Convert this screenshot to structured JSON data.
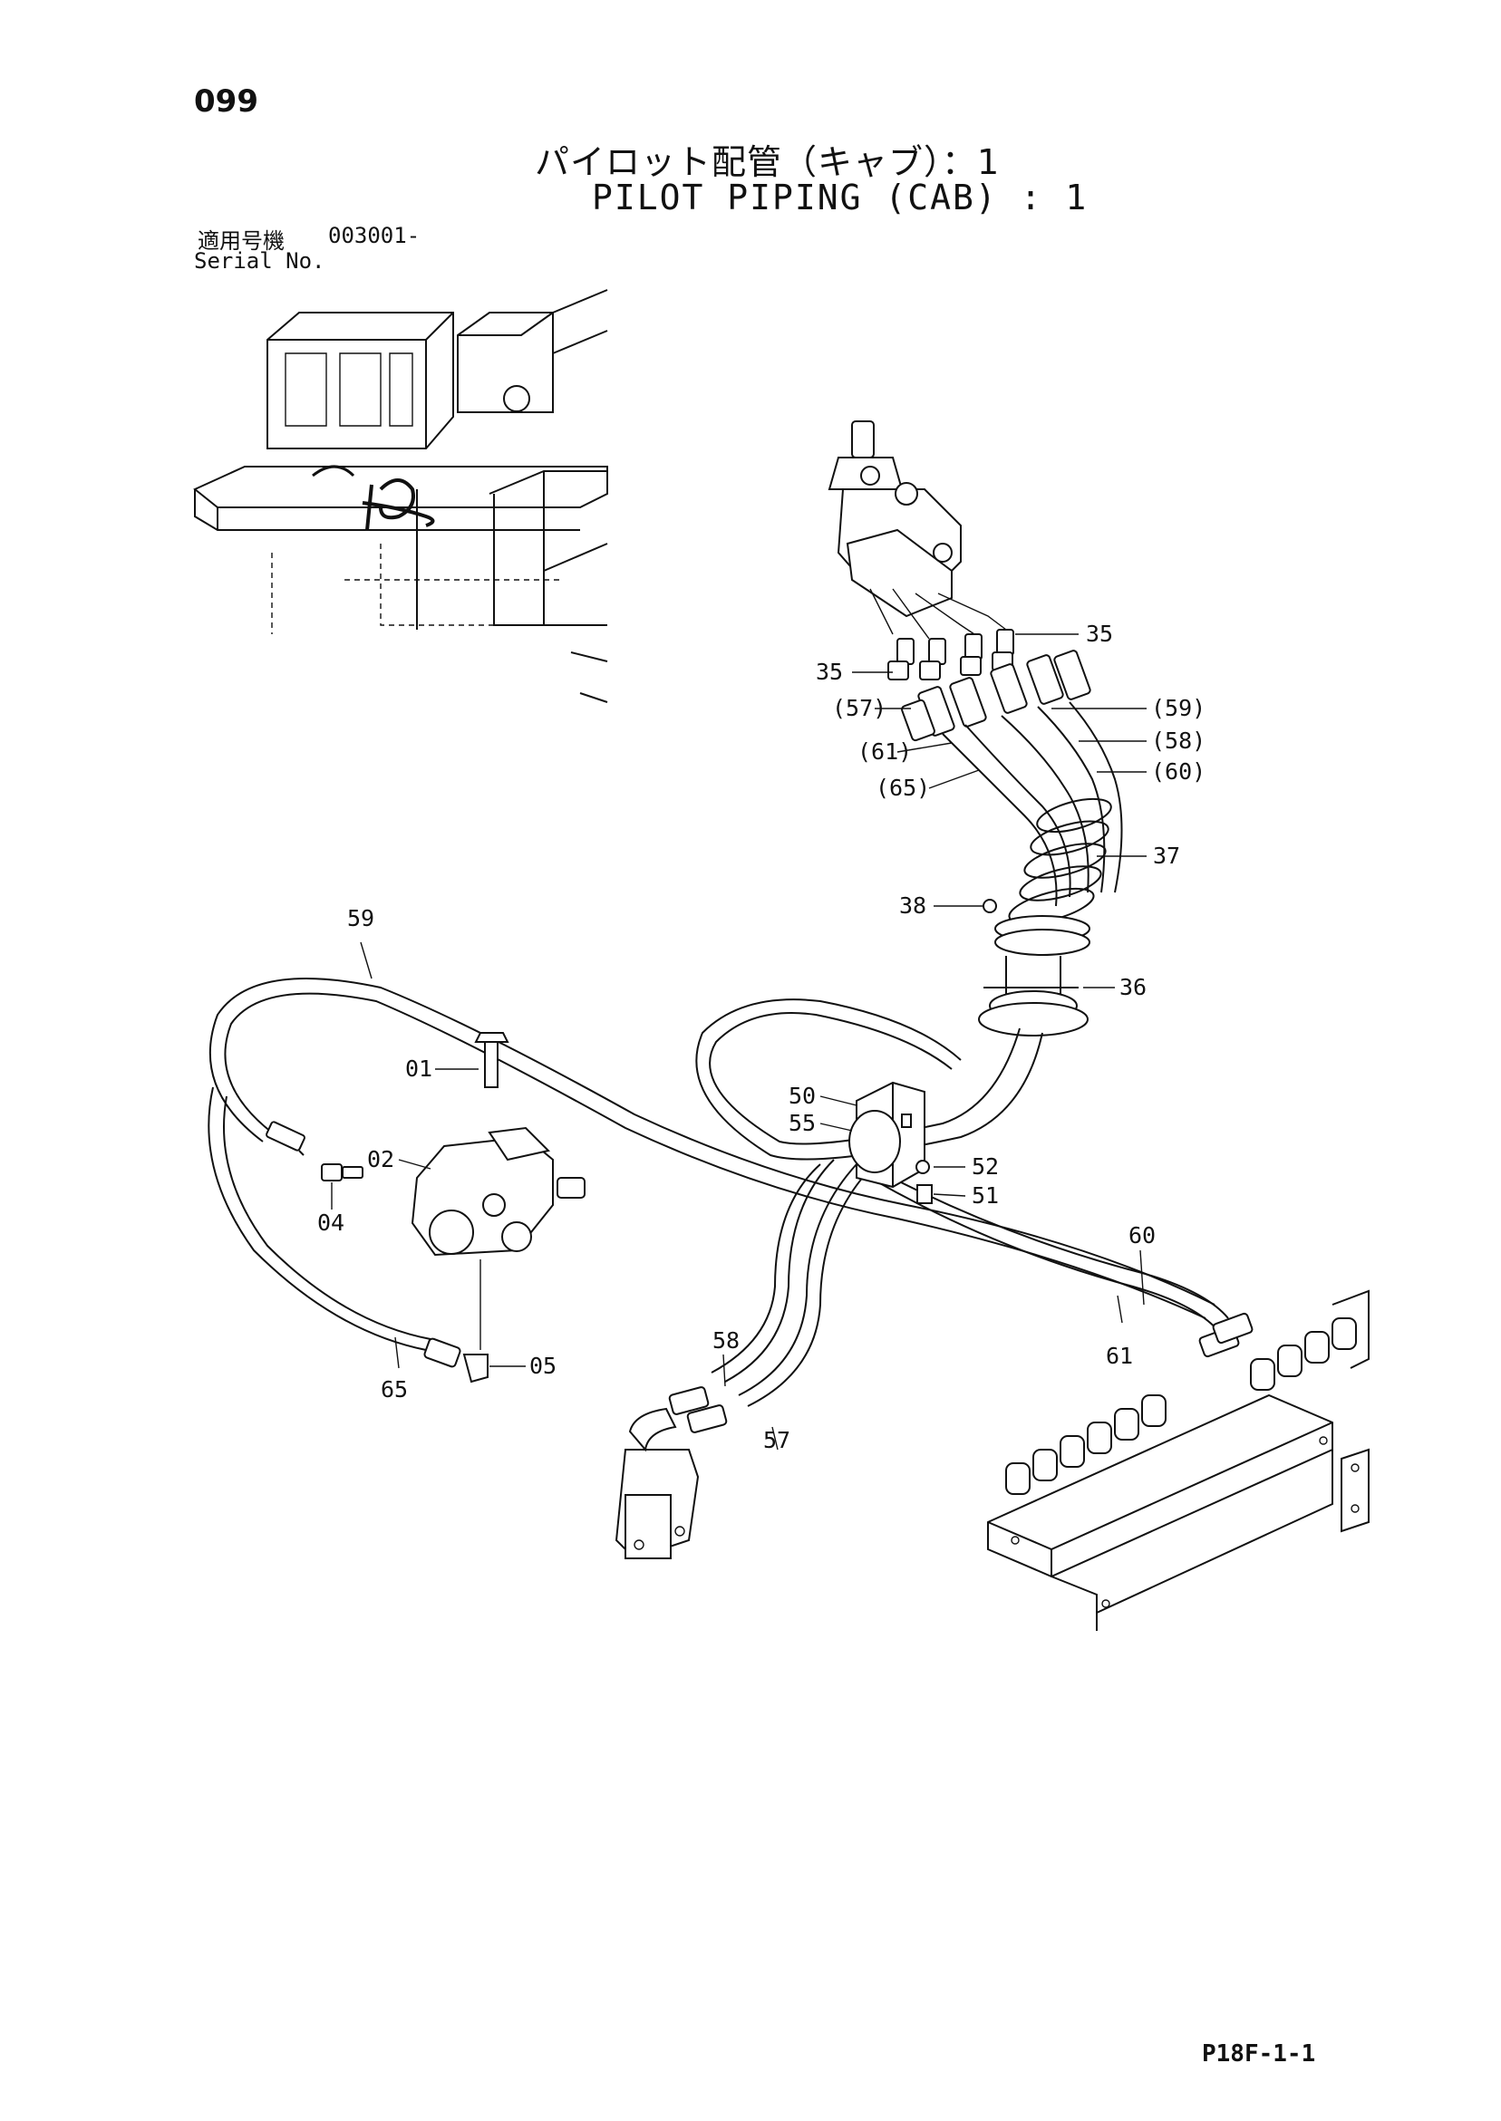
{
  "header": {
    "page_number": "099",
    "title_jp": "パイロット配管（キャブ）：1",
    "title_en": "PILOT PIPING (CAB) : 1",
    "serial_label_jp": "適用号機",
    "serial_label_en": "Serial No.",
    "serial_value": "003001-"
  },
  "footer": {
    "code": "P18F-1-1"
  },
  "callouts": {
    "c35a": "35",
    "c35b": "35",
    "c57p": "(57)",
    "c59p": "(59)",
    "c58p": "(58)",
    "c61p": "(61)",
    "c60p": "(60)",
    "c65p": "(65)",
    "c37": "37",
    "c38": "38",
    "c59": "59",
    "c36": "36",
    "c01": "01",
    "c50": "50",
    "c55": "55",
    "c02": "02",
    "c52": "52",
    "c04": "04",
    "c51": "51",
    "c60": "60",
    "c61": "61",
    "c58": "58",
    "c05": "05",
    "c65": "65",
    "c57": "57"
  }
}
